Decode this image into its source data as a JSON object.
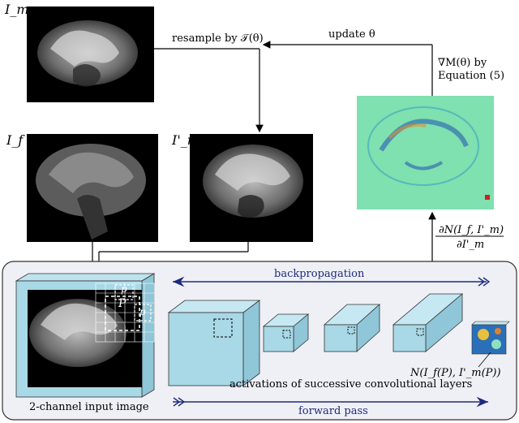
{
  "images": {
    "moving": {
      "label": "I_m"
    },
    "fixed": {
      "label": "I_f"
    },
    "resampled": {
      "label": "I'_m"
    },
    "gradient_map": {}
  },
  "arrows": {
    "resample": "resample by 𝒯(θ)",
    "update": "update θ",
    "grad_line1": "∇M(θ) by",
    "grad_line2": "Equation (5)",
    "partial_num": "∂N(I_f, I'_m)",
    "partial_den": "∂I'_m"
  },
  "network": {
    "backprop_label": "backpropagation",
    "forward_label": "forward pass",
    "activations_label": "activations of successive convolutional layers",
    "input_label": "2-channel input image",
    "output_label": "N(I_f(P), I'_m(P))",
    "patch_big": "P",
    "patch_small_top": "p",
    "patch_small_right": "p"
  },
  "colors": {
    "cube_fill": "#a9d8e6",
    "arrow_blue": "#1f2a7a",
    "panel_fill": "#eef0f6"
  }
}
